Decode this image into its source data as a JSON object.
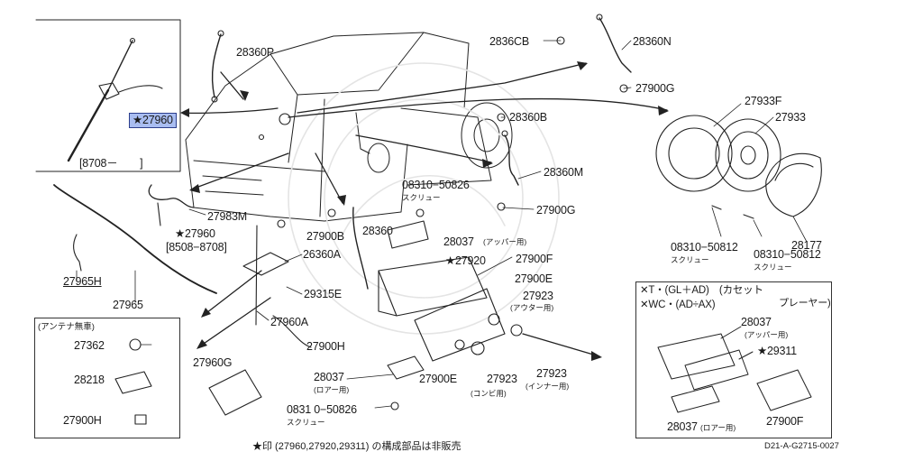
{
  "parts": {
    "p27960_hl": "★27960",
    "p8708": "[8708－　　]",
    "p28360P": "28360P",
    "p2836CB": "2836CB",
    "p28360N": "28360N",
    "p27900G_top": "27900G",
    "p28360B": "28360B",
    "p27933F": "27933F",
    "p27933": "27933",
    "p28360M": "28360M",
    "p08310_50826_a": "08310−50826",
    "screw_a": "スクリュー",
    "p27900G_mid": "27900G",
    "p27983M": "27983M",
    "p27900B": "27900B",
    "p28360": "28360",
    "p28037_up": "28037",
    "upper_a": "(アッパー用)",
    "p28177": "28177",
    "p08310_50812_a": "08310−50812",
    "screw_b": "スクリュー",
    "p08310_50812_b": "08310−50812",
    "screw_c": "スクリュー",
    "p27960_b": "★27960",
    "p8508": "[8508−8708]",
    "p26360A": "26360A",
    "p27920": "★27920",
    "p27900F": "27900F",
    "p27965H": "27965H",
    "p27965": "27965",
    "p29315E": "29315E",
    "p27900E_r": "27900E",
    "p27923_outer": "27923",
    "outer": "(アウター用)",
    "p27960A": "27960A",
    "p27900H_mid": "27900H",
    "p27960G": "27960G",
    "p28037_low": "28037",
    "lower_a": "(ロアー用)",
    "p27900E_b": "27900E",
    "p27923_combi": "27923",
    "combi": "(コンビ用)",
    "p27923_inner": "27923",
    "inner": "(インナー用)",
    "p08310_50826_b": "0831 0−50826",
    "screw_d": "スクリュー",
    "antenna_none": "(アンテナ無車)",
    "p27362": "27362",
    "p28218": "28218",
    "p27900H_box": "27900H",
    "inset_line1": "✕T・(GL＋AD)　(カセット",
    "inset_line1b": "プレーヤー)",
    "inset_line2": "✕WC・(AD÷AX)",
    "p28037_in": "28037",
    "upper_b": "(アッパー用)",
    "p29311": "★29311",
    "p28037_in_low": "28037",
    "lower_b": "(ロアー用)",
    "p27900F_in": "27900F"
  },
  "footnote": "★印 (27960,27920,29311) の構成部品は非販売",
  "diagram_code": "D21-A-G2715-0027",
  "highlight_color": "#a9bdf1"
}
